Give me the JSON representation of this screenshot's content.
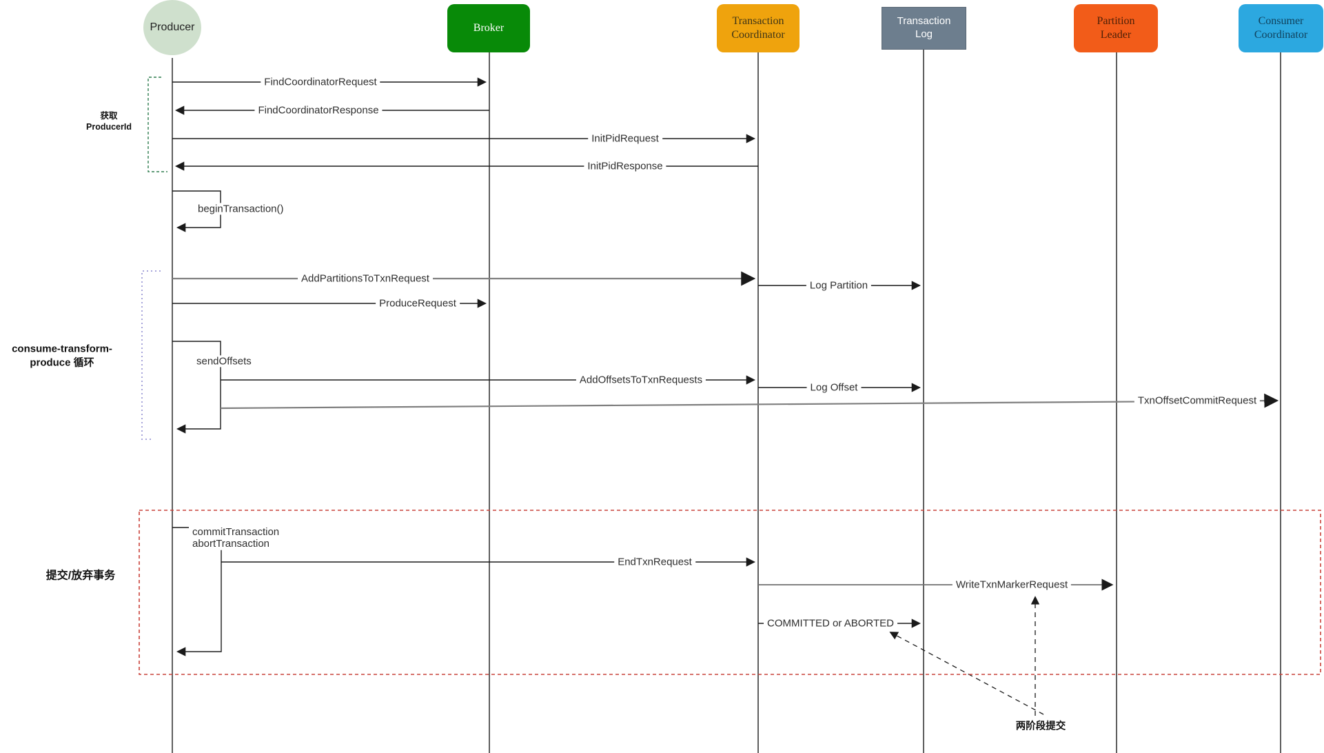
{
  "diagram_title": "Kafka transaction sequence diagram",
  "actors": {
    "producer": {
      "label": "Producer",
      "bg": "#cfe0cd",
      "shape": "circle"
    },
    "broker": {
      "label": "Broker",
      "bg": "#088a08",
      "fg": "#ffffff",
      "shape": "rounded-rect"
    },
    "transactionCoordinator": {
      "label": "Transaction\nCoordinator",
      "bg": "#efa30d",
      "fg": "#3f3517",
      "shape": "rounded-rect"
    },
    "transactionLog": {
      "label": "Transaction\nLog",
      "bg": "#6d7e8e",
      "fg": "#ffffff",
      "shape": "rect"
    },
    "partitionLeader": {
      "label": "Partition\nLeader",
      "bg": "#f25c19",
      "fg": "#4d2008",
      "shape": "rounded-rect"
    },
    "consumerCoordinator": {
      "label": "Consumer\nCoordinator",
      "bg": "#2ca8e0",
      "fg": "#10415c",
      "shape": "rounded-rect"
    }
  },
  "messages": {
    "findCoordinatorRequest": "FindCoordinatorRequest",
    "findCoordinatorResponse": "FindCoordinatorResponse",
    "initPidRequest": "InitPidRequest",
    "initPidResponse": "InitPidResponse",
    "beginTransaction": "beginTransaction()",
    "addPartitionsToTxnRequest": "AddPartitionsToTxnRequest",
    "logPartition": "Log Partition",
    "produceRequest": "ProduceRequest",
    "sendOffsets": "sendOffsets",
    "addOffsetsToTxnRequests": "AddOffsetsToTxnRequests",
    "logOffset": "Log Offset",
    "txnOffsetCommitRequest": "TxnOffsetCommitRequest",
    "commitAbortTransaction": "commitTransaction\nabortTransaction",
    "endTxnRequest": "EndTxnRequest",
    "writeTxnMarkerRequest": "WriteTxnMarkerRequest",
    "committedOrAborted": "COMMITTED or ABORTED"
  },
  "sections": {
    "getProducerId": "获取\nProducerId",
    "consumeTransformProduce": "consume-transform-\nproduce 循环",
    "commitAbort": "提交/放弃事务",
    "twoPhaseCommit": "两阶段提交"
  },
  "colors": {
    "lifeline": "#1a1a1a",
    "arrow_black": "#1a1a1a",
    "arrow_gray": "#7f7f7f",
    "red_dashed_box": "#c9423a",
    "green_dashed_bracket": "#2f7d4f",
    "purple_dotted_bracket": "#a6a4da"
  }
}
